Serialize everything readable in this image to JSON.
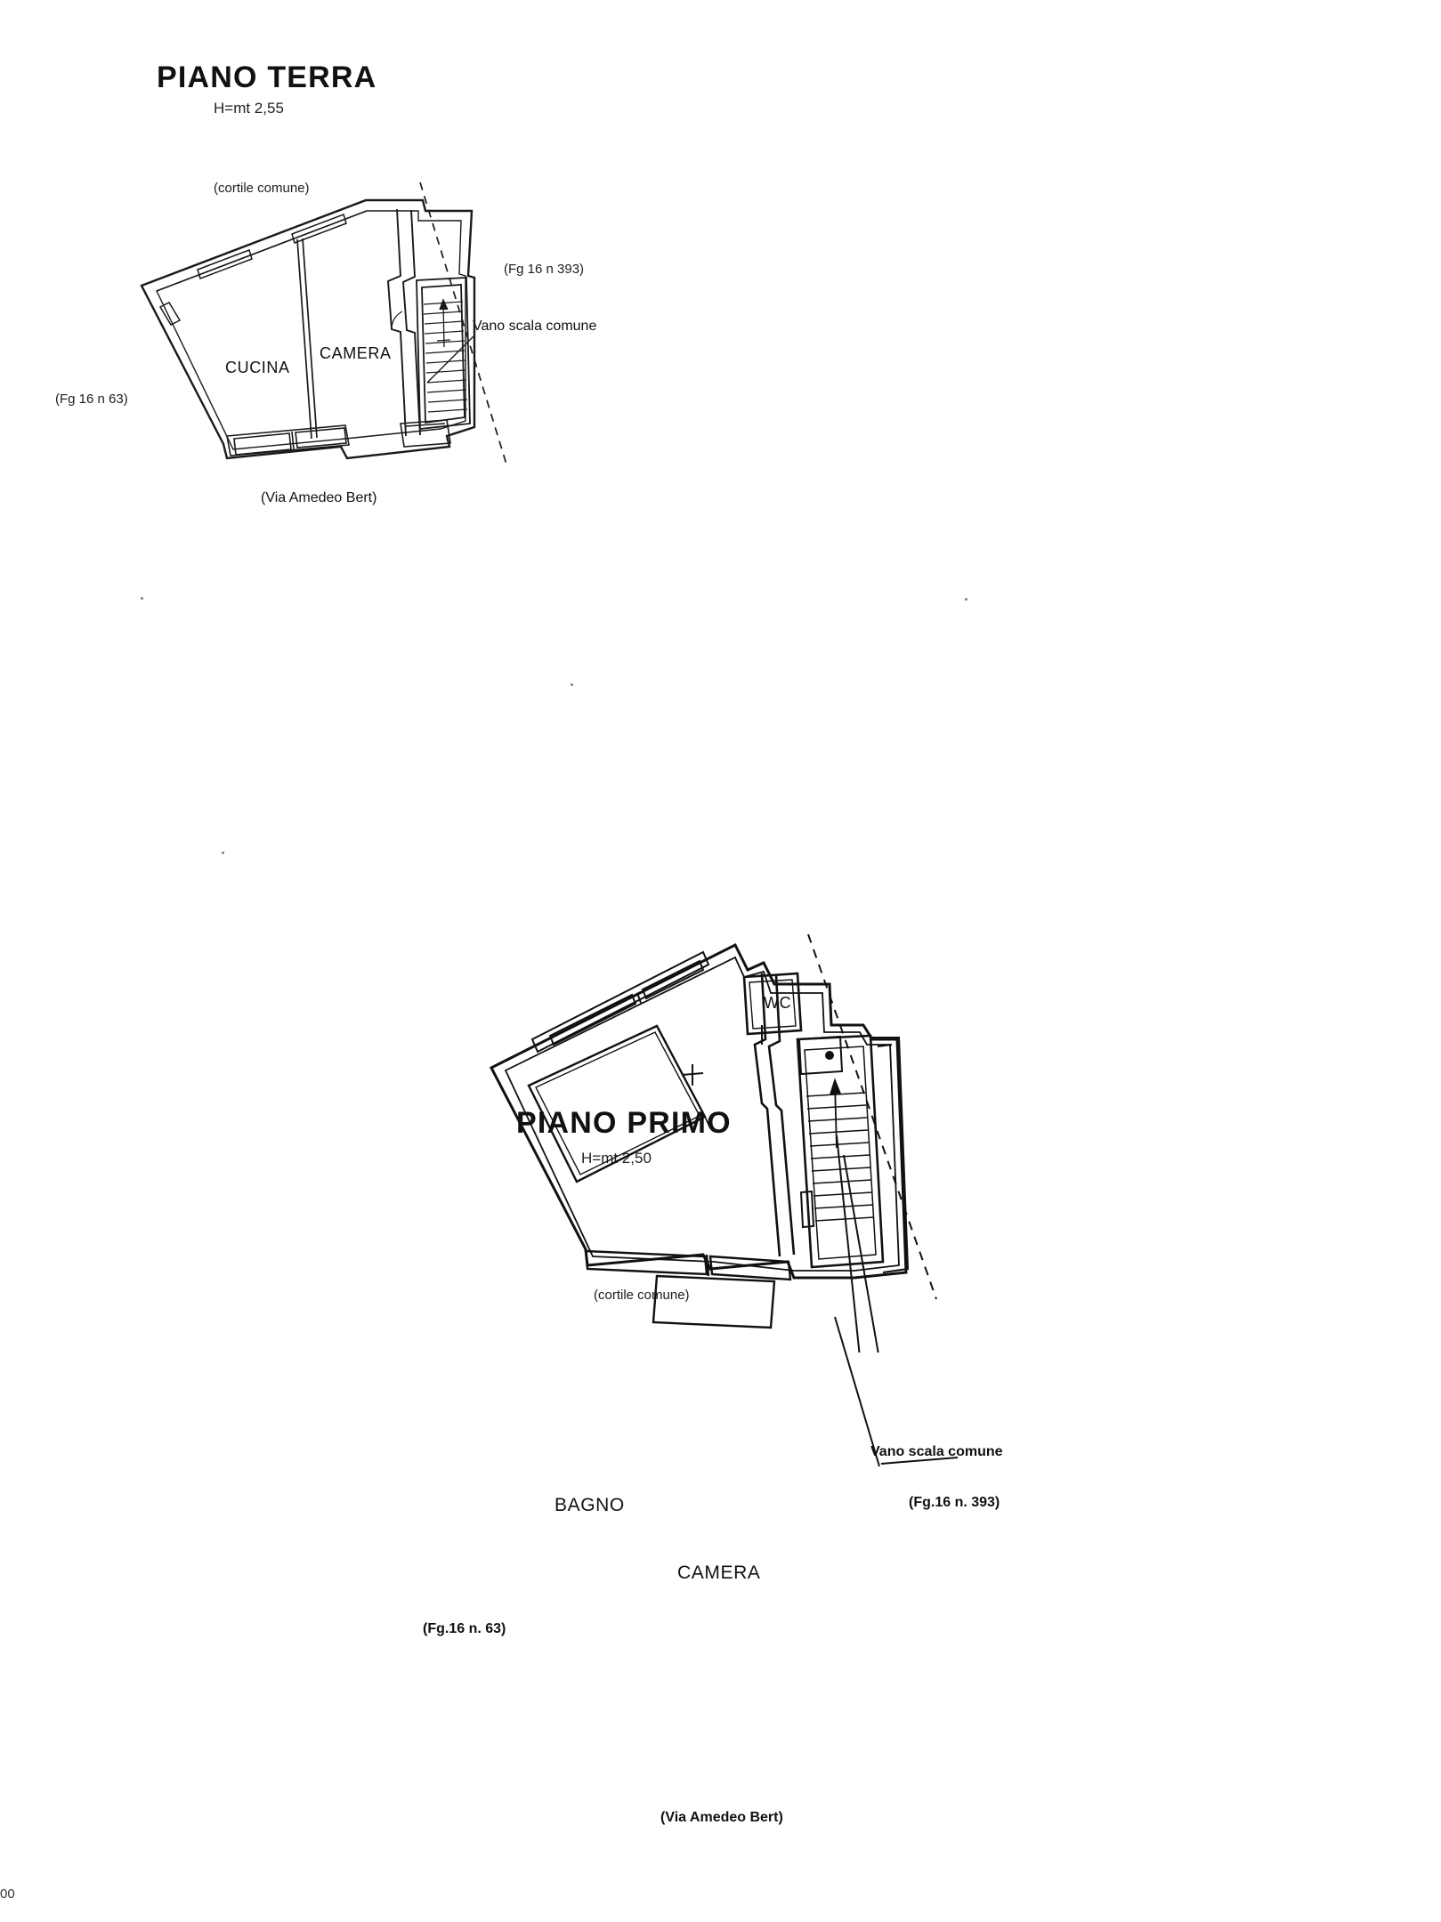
{
  "document": {
    "type": "planimetria-catastale",
    "page_corner_code": "00"
  },
  "floors": [
    {
      "id": "piano-terra",
      "title": "PIANO TERRA",
      "height_note": "H=mt 2,55",
      "rooms": [
        "CUCINA",
        "CAMERA"
      ],
      "room_labels": {
        "cucina": "CUCINA",
        "camera": "CAMERA"
      },
      "annotations": {
        "courtyard": "(cortile comune)",
        "parcel_right": "(Fg 16 n  393)",
        "parcel_left": "(Fg 16 n  63)",
        "stairwell": "Vano scala comune",
        "street": "(Via Amedeo Bert)"
      }
    },
    {
      "id": "piano-primo",
      "title": "PIANO PRIMO",
      "height_note": "H=mt 2,50",
      "rooms": [
        "BAGNO",
        "CAMERA",
        "WC"
      ],
      "room_labels": {
        "bagno": "BAGNO",
        "camera": "CAMERA",
        "wc": "WC"
      },
      "annotations": {
        "courtyard": "(cortile comune)",
        "stairwell": "Vano scala comune",
        "parcel_right": "(Fg.16 n. 393)",
        "parcel_left": "(Fg.16 n. 63)",
        "street": "(Via Amedeo Bert)"
      }
    }
  ],
  "colors": {
    "ink": "#111111",
    "line": "#1a1a1a",
    "paper": "#ffffff",
    "faint": "#7d7d7d"
  }
}
